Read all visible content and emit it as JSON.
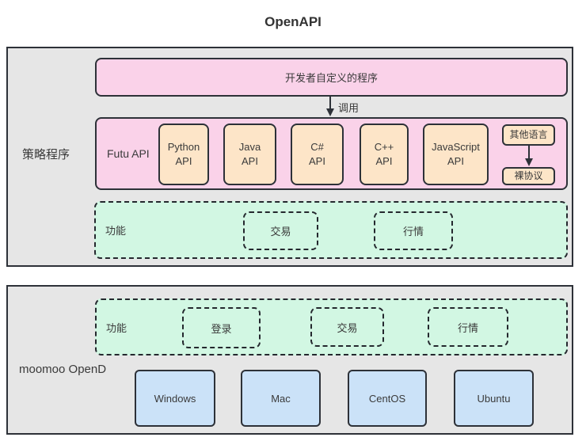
{
  "title": "OpenAPI",
  "colors": {
    "panel_background": "#e6e6e6",
    "pink": "#fad2e9",
    "peach": "#fde5c8",
    "mint": "#d2f7e3",
    "blue": "#cbe2f8",
    "stroke": "#2d3138"
  },
  "strategy_panel": {
    "label": "策略程序",
    "custom_program_label": "开发者自定义的程序",
    "call_label": "调用",
    "futu_api_label": "Futu API",
    "api_boxes": [
      "Python\nAPI",
      "Java\nAPI",
      "C#\nAPI",
      "C++\nAPI",
      "JavaScript\nAPI"
    ],
    "other_language_label": "其他语言",
    "raw_protocol_label": "裸协议",
    "functions": {
      "label": "功能",
      "items": [
        "交易",
        "行情"
      ]
    }
  },
  "opend_panel": {
    "label": "moomoo OpenD",
    "functions": {
      "label": "功能",
      "items": [
        "登录",
        "交易",
        "行情"
      ]
    },
    "platforms": [
      "Windows",
      "Mac",
      "CentOS",
      "Ubuntu"
    ]
  }
}
